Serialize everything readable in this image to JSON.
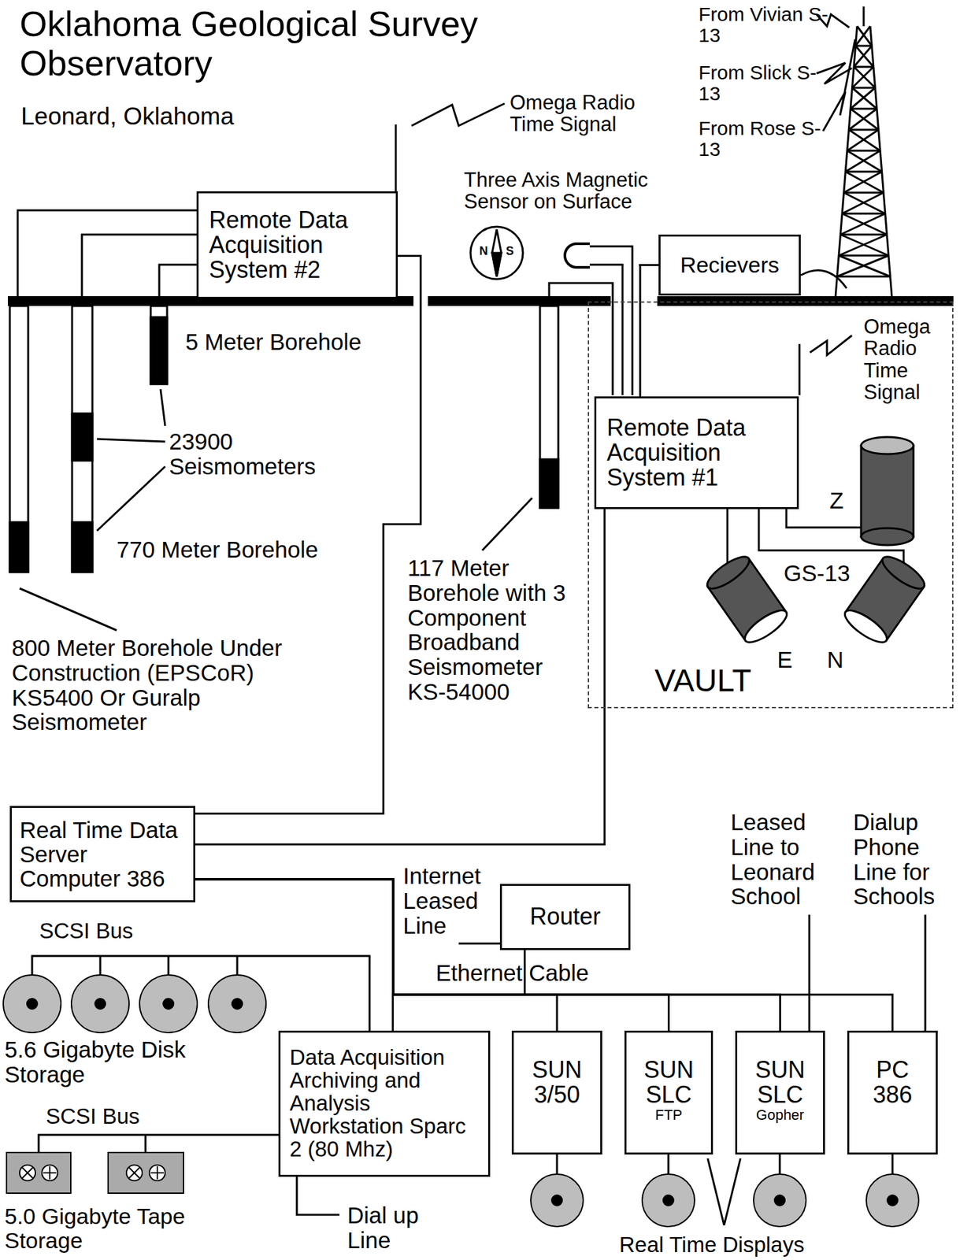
{
  "diagram": {
    "title": "Oklahoma Geological Survey Observatory",
    "nodes": [
      {
        "text": [
          "Remote Data Acquisition System #2"
        ]
      },
      {
        "text": [
          "Recievers"
        ]
      },
      {
        "text": [
          "VAULT"
        ]
      },
      {
        "text": [
          "Remote Data Acquisition System #1"
        ],
        "in": 2
      },
      {
        "text": [
          "Real Time Data Server Computer 386"
        ]
      },
      {
        "text": [
          "Router"
        ]
      },
      {
        "text": [
          "Data Acquisition Archiving and Analysis Workstation Sparc 2 (80 Mhz)"
        ]
      },
      {
        "text": [
          "SUN 3/50"
        ]
      },
      {
        "text": [
          "SUN SLC",
          "FTP"
        ]
      },
      {
        "text": [
          "SUN SLC",
          "Gopher"
        ]
      },
      {
        "text": [
          "PC 386"
        ]
      }
    ],
    "edges": [
      {
        "from": 0,
        "to": 4,
        "arrow": "none"
      },
      {
        "from": 3,
        "to": 4,
        "arrow": "none"
      },
      {
        "from": 1,
        "to": 3,
        "arrow": "none"
      },
      {
        "from": 4,
        "to": 6,
        "arrow": "none"
      },
      {
        "from": 4,
        "to": 7,
        "arrow": "none"
      },
      {
        "from": 4,
        "to": 8,
        "arrow": "none"
      },
      {
        "from": 4,
        "to": 9,
        "arrow": "none"
      },
      {
        "from": 4,
        "to": 10,
        "arrow": "none"
      },
      {
        "from": 4,
        "to": 5,
        "arrow": "none"
      }
    ],
    "labels": [
      "Leonard, Oklahoma",
      "Omega Radio Time Signal",
      "From Vivian S-13",
      "From Slick S-13",
      "From Rose S-13",
      "Three Axis Magnetic Sensor on Surface",
      "N",
      "S",
      "5 Meter Borehole",
      "23900 Seismometers",
      "770 Meter Borehole",
      "800 Meter Borehole Under Construction (EPSCoR) KS5400 Or Guralp Seismometer",
      "117 Meter Borehole with 3 Component Broadband Seismometer KS-54000",
      "Omega Radio Time Signal",
      "Z",
      "GS-13",
      "E",
      "N",
      "Leased Line to Leonard School",
      "Dialup Phone Line for Schools",
      "Internet Leased Line",
      "SCSI Bus",
      "Ethernet Cable",
      "5.6 Gigabyte Disk Storage",
      "SCSI Bus",
      "5.0 Gigabyte Tape Storage",
      "Dial up Line",
      "Real Time Displays"
    ]
  }
}
